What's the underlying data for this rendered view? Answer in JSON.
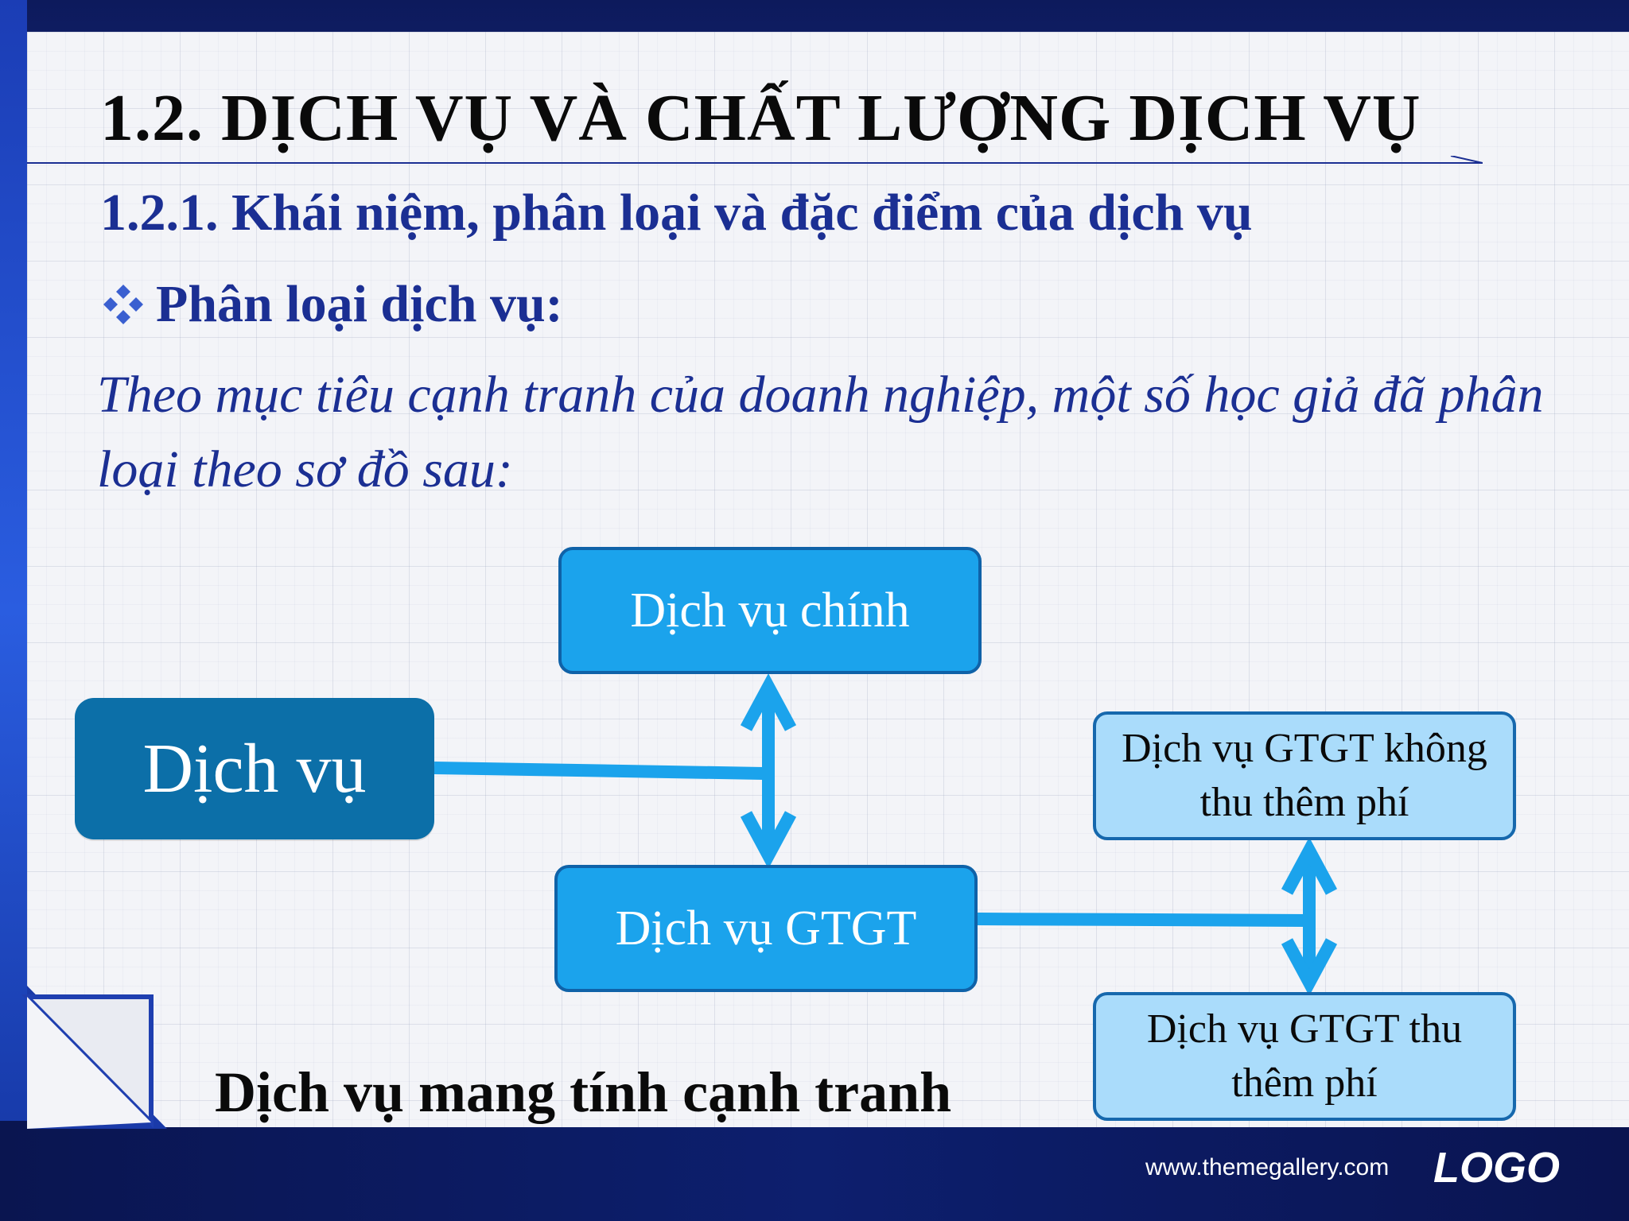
{
  "slide": {
    "title": "1.2. DỊCH VỤ VÀ CHẤT LƯỢNG DỊCH VỤ",
    "subtitle": "1.2.1. Khái niệm, phân loại và đặc điểm của dịch vụ",
    "bullet_heading": "Phân loại dịch vụ:",
    "intro_text": "Theo mục tiêu cạnh tranh của doanh nghiệp, một số học giả đã phân loại theo sơ đồ sau:"
  },
  "diagram": {
    "root": "Dịch vụ",
    "core_service": "Dịch vụ chính",
    "value_added": "Dịch vụ GTGT",
    "value_added_free": "Dịch vụ GTGT không thu thêm phí",
    "value_added_paid": "Dịch vụ GTGT thu thêm phí",
    "caption": "Dịch vụ mang tính cạnh tranh"
  },
  "footer": {
    "url": "www.themegallery.com",
    "logo": "LOGO"
  },
  "colors": {
    "frame_blue": "#1a3aa8",
    "heading_blue": "#1b2f93",
    "root_box": "#0c6fa8",
    "mid_box": "#1ba3ec",
    "light_box": "#aadcfb",
    "connector": "#1ba3ec"
  },
  "icons": {
    "bullet": "four-diamond-bullet-icon"
  }
}
